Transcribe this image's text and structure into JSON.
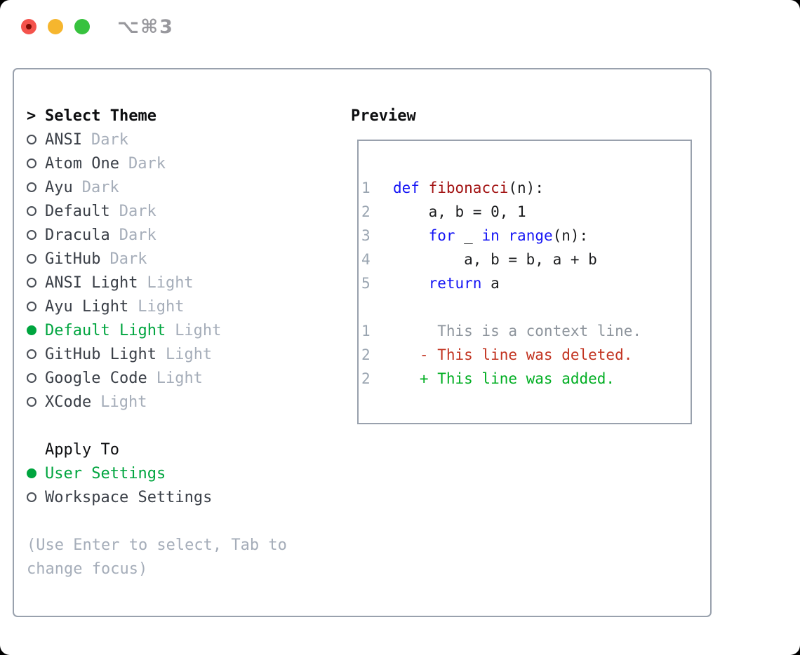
{
  "titlebar": {
    "title": "⌥⌘3"
  },
  "colors": {
    "traffic_red": "#f4534c",
    "traffic_red_dot": "#7d0d05",
    "traffic_yellow": "#f6b62e",
    "traffic_green": "#37c23e",
    "titlebar_text": "#98989d",
    "border_gray": "#99a1ad",
    "header_text": "#0d0e10",
    "item_text": "#3a3f47",
    "muted_gray": "#a5adb9",
    "radio_outline": "#4a4f57",
    "accent_green": "#00a53f",
    "gutter_gray": "#9aa5b1",
    "code_plain": "#1b1c1e",
    "keyword_blue": "#1414f5",
    "function_red": "#a31515",
    "diff_context": "#8d949c",
    "diff_deleted": "#c23320",
    "diff_added": "#00ae22"
  },
  "theme_list": {
    "header_prefix": ">",
    "header": "Select Theme",
    "items": [
      {
        "name": "ANSI",
        "variant": "Dark",
        "selected": false
      },
      {
        "name": "Atom One",
        "variant": "Dark",
        "selected": false
      },
      {
        "name": "Ayu",
        "variant": "Dark",
        "selected": false
      },
      {
        "name": "Default",
        "variant": "Dark",
        "selected": false
      },
      {
        "name": "Dracula",
        "variant": "Dark",
        "selected": false
      },
      {
        "name": "GitHub",
        "variant": "Dark",
        "selected": false
      },
      {
        "name": "ANSI Light",
        "variant": "Light",
        "selected": false
      },
      {
        "name": "Ayu Light",
        "variant": "Light",
        "selected": false
      },
      {
        "name": "Default Light",
        "variant": "Light",
        "selected": true
      },
      {
        "name": "GitHub Light",
        "variant": "Light",
        "selected": false
      },
      {
        "name": "Google Code",
        "variant": "Light",
        "selected": false
      },
      {
        "name": "XCode",
        "variant": "Light",
        "selected": false
      }
    ]
  },
  "apply_to": {
    "header": "Apply To",
    "items": [
      {
        "name": "User Settings",
        "selected": true
      },
      {
        "name": "Workspace Settings",
        "selected": false
      }
    ]
  },
  "hint": {
    "line1": "(Use Enter to select, Tab to",
    "line2": "change focus)"
  },
  "preview": {
    "header": "Preview",
    "code_lines": [
      {
        "num": "1",
        "segments": [
          {
            "text": "def",
            "type": "keyword"
          },
          {
            "text": " ",
            "type": "plain"
          },
          {
            "text": "fibonacci",
            "type": "function"
          },
          {
            "text": "(n):",
            "type": "plain"
          }
        ]
      },
      {
        "num": "2",
        "segments": [
          {
            "text": "    a, b = 0, 1",
            "type": "plain"
          }
        ]
      },
      {
        "num": "3",
        "segments": [
          {
            "text": "    ",
            "type": "plain"
          },
          {
            "text": "for",
            "type": "keyword"
          },
          {
            "text": " _ ",
            "type": "plain"
          },
          {
            "text": "in",
            "type": "keyword"
          },
          {
            "text": " ",
            "type": "plain"
          },
          {
            "text": "range",
            "type": "keyword"
          },
          {
            "text": "(n):",
            "type": "plain"
          }
        ]
      },
      {
        "num": "4",
        "segments": [
          {
            "text": "        a, b = b, a + b",
            "type": "plain"
          }
        ]
      },
      {
        "num": "5",
        "segments": [
          {
            "text": "    ",
            "type": "plain"
          },
          {
            "text": "return",
            "type": "keyword"
          },
          {
            "text": " a",
            "type": "plain"
          }
        ]
      }
    ],
    "diff_lines": [
      {
        "num": "1",
        "type": "context",
        "text": "     This is a context line."
      },
      {
        "num": "2",
        "type": "deleted",
        "text": "   - This line was deleted."
      },
      {
        "num": "2",
        "type": "added",
        "text": "   + This line was added."
      }
    ]
  }
}
